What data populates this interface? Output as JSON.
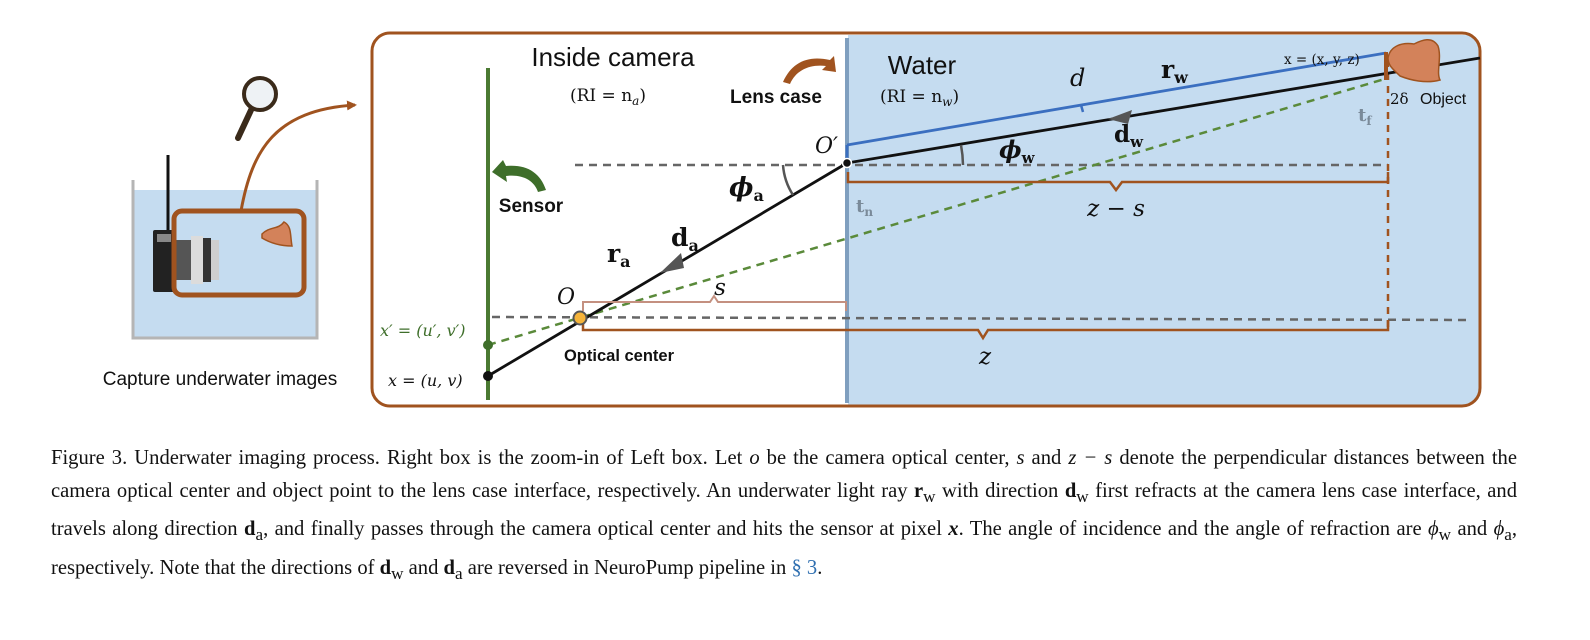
{
  "colors": {
    "water": "#c5dcf0",
    "frame": "#a0531f",
    "sensor": "#4b7a32",
    "ray_water": "#3b6fc0",
    "ray": "#111111",
    "dashed_green": "#5a8a3a",
    "dashed_gray": "#666666",
    "interface": "#7f9fbf"
  },
  "left_panel": {
    "caption": "Capture underwater images",
    "icons": [
      "magnifier-icon",
      "camera-icon",
      "object-icon",
      "curved-arrow-icon"
    ]
  },
  "labels": {
    "inside_camera": "Inside camera",
    "ri_air": "(RI = n",
    "ri_air_sub": "a",
    "water": "Water",
    "ri_water": "(RI = n",
    "ri_water_sub": "w",
    "lens_case": "Lens case",
    "sensor": "Sensor",
    "optical_center": "Optical center",
    "object": "Object",
    "two_delta": "2δ",
    "point_x_world": "x = (x, y, z)",
    "r": "r",
    "d_vec": "d",
    "sub_w": "w",
    "sub_a": "a",
    "phi": "ϕ",
    "o_prime": "O′",
    "o": "O",
    "d_label": "d",
    "t": "t",
    "sub_n": "n",
    "sub_f": "f",
    "z_minus_s": "z − s",
    "s": "s",
    "z": "z",
    "pixel_refracted": "x′ = (u′, v′)",
    "pixel": "x = (u, v)"
  },
  "caption": {
    "p1": "Figure 3. Underwater imaging process. Right box is the zoom-in of Left box. Let ",
    "o": "o",
    "p2": " be the camera optical center, ",
    "s": "s",
    "p3": " and ",
    "zs": "z − s",
    "p4": " denote the perpendicular distances between the camera optical center and object point to the lens case interface, respectively. An underwater light ray ",
    "r": "r",
    "w1": "w",
    "p5": " with direction ",
    "d1": "d",
    "w2": "w",
    "p6": " first refracts at the camera lens case interface, and travels along direction ",
    "d2": "d",
    "a1": "a",
    "p7": ", and finally passes through the camera optical center and hits the sensor at pixel ",
    "x": "x",
    "p8": ". The angle of incidence and the angle of refraction are ",
    "phiw": "ϕ",
    "w3": "w",
    "p9": " and ",
    "phia": "ϕ",
    "a2": "a",
    "p10": ", respectively. Note that the directions of ",
    "d3": "d",
    "w4": "w",
    "p11": " and ",
    "d4": "d",
    "a3": "a",
    "p12": " are reversed in NeuroPump pipeline in ",
    "ref": "§ 3",
    "p13": "."
  }
}
